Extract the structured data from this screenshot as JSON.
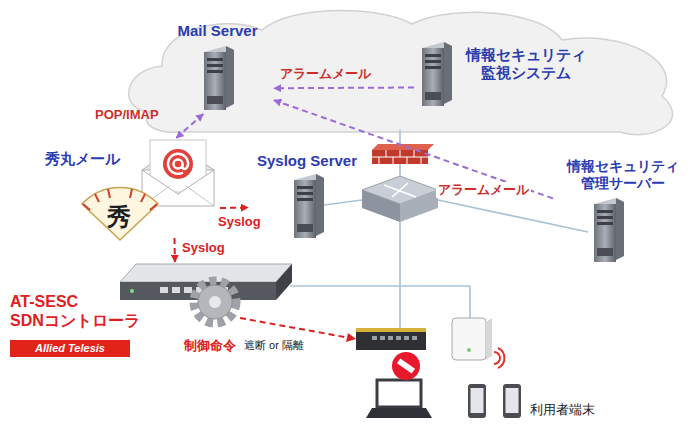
{
  "diagram": {
    "nodes": [
      {
        "text": [
          "Mail Server"
        ]
      },
      {
        "text": [
          "情報セキュリティ 監視システム"
        ]
      },
      {
        "text": [
          "秀丸メール"
        ]
      },
      {
        "text": [
          "Syslog Server"
        ]
      },
      {
        "text": [
          "情報セキュリティ 管理サーバー"
        ]
      },
      {
        "text": [
          "AT-SESC SDNコントローラ"
        ]
      }
    ],
    "edges": [
      {
        "from": 1,
        "to": 0,
        "arrow": "to",
        "label": "アラームメール"
      },
      {
        "from": 0,
        "to": 2,
        "arrow": "both",
        "label": "POP/IMAP"
      },
      {
        "from": 2,
        "to": 3,
        "arrow": "to",
        "label": "Syslog"
      },
      {
        "from": 2,
        "to": 5,
        "arrow": "to",
        "label": "Syslog"
      },
      {
        "from": 4,
        "to": 0,
        "arrow": "to",
        "label": "アラームメール"
      }
    ],
    "labels": [
      "秀",
      "Allied Telesis",
      "制御命令",
      "遮断 or 隔離",
      "利用者端末"
    ]
  }
}
